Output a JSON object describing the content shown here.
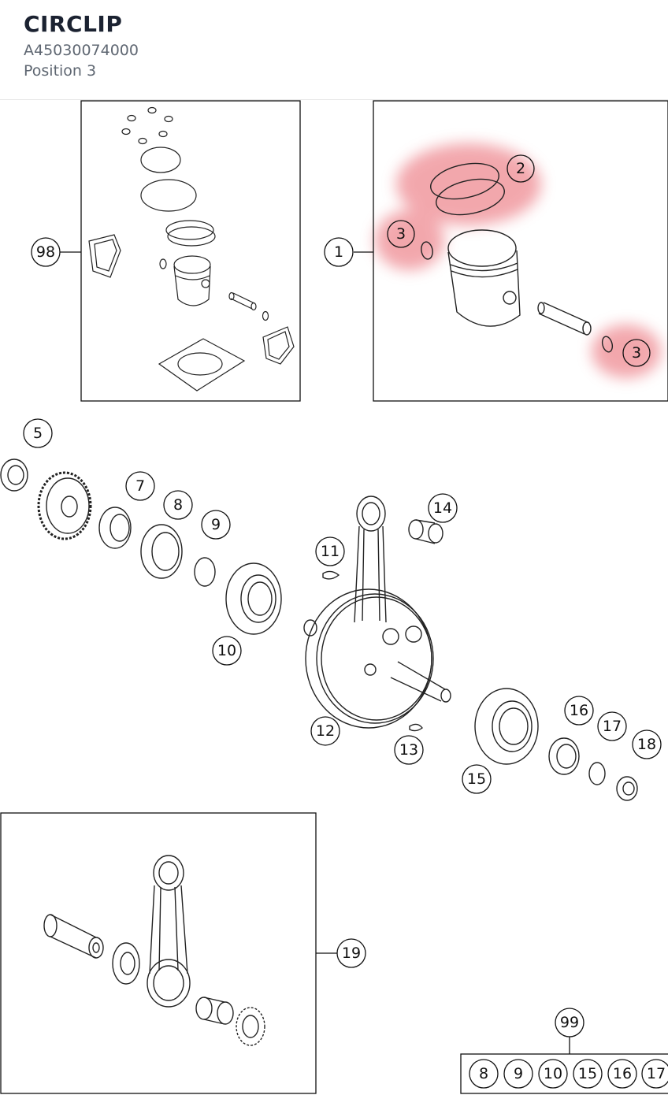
{
  "header": {
    "title": "CIRCLIP",
    "part_number": "A45030074000",
    "position": "Position 3"
  },
  "diagram": {
    "highlight_color": "#e8606a",
    "callouts": {
      "c98": "98",
      "c1": "1",
      "c2": "2",
      "c3a": "3",
      "c3b": "3",
      "c5": "5",
      "c7": "7",
      "c8": "8",
      "c9": "9",
      "c10": "10",
      "c11": "11",
      "c12": "12",
      "c13": "13",
      "c14": "14",
      "c15": "15",
      "c16": "16",
      "c17": "17",
      "c18": "18",
      "c19": "19",
      "c99": "99"
    },
    "kit_items": [
      "8",
      "9",
      "10",
      "15",
      "16",
      "17"
    ]
  }
}
